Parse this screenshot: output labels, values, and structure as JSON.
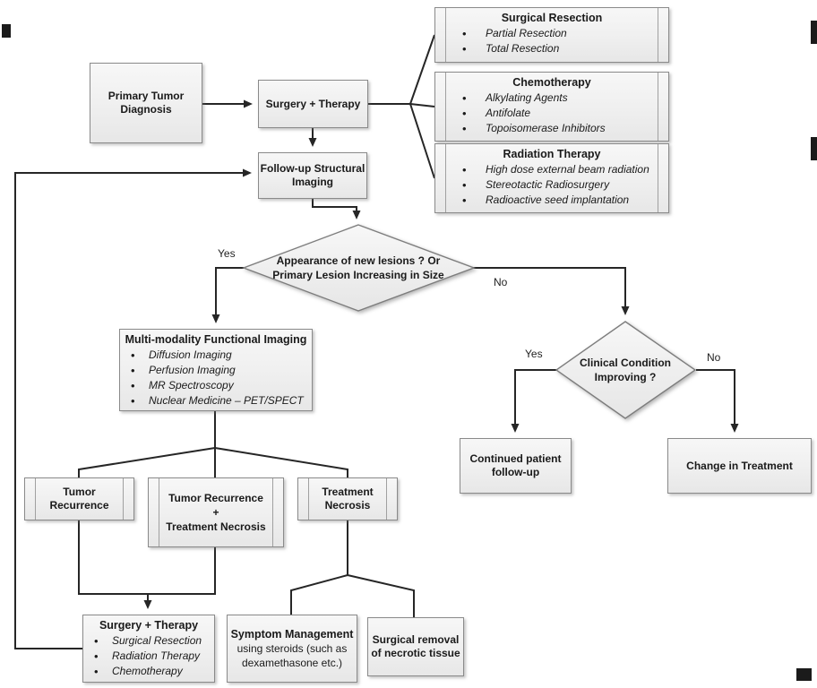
{
  "figure": {
    "background": "#ffffff",
    "line_color": "#262626",
    "box_fill_top": "#f7f7f7",
    "box_fill_bottom": "#e7e7e7",
    "box_border": "#8a8a8a"
  },
  "nodes": {
    "primary_tumor": {
      "label": "Primary Tumor\nDiagnosis"
    },
    "surgery_therapy_top": {
      "label": "Surgery + Therapy"
    },
    "followup_imaging": {
      "label": "Follow-up Structural\nImaging"
    },
    "surgical_resection": {
      "title": "Surgical Resection",
      "items": [
        "Partial Resection",
        "Total Resection"
      ]
    },
    "chemotherapy": {
      "title": "Chemotherapy",
      "items": [
        "Alkylating Agents",
        "Antifolate",
        "Topoisomerase Inhibitors"
      ]
    },
    "radiation_therapy": {
      "title": "Radiation Therapy",
      "items": [
        "High dose external beam radiation",
        "Stereotactic Radiosurgery",
        "Radioactive seed implantation"
      ]
    },
    "decision_new_lesions": {
      "label": "Appearance of new lesions ? Or\nPrimary Lesion Increasing in Size",
      "yes": "Yes",
      "no": "No"
    },
    "multimodality_imaging": {
      "title": "Multi-modality Functional Imaging",
      "items": [
        "Diffusion Imaging",
        "Perfusion Imaging",
        "MR Spectroscopy",
        "Nuclear Medicine – PET/SPECT"
      ]
    },
    "decision_clinical": {
      "label": "Clinical Condition\nImproving ?",
      "yes": "Yes",
      "no": "No"
    },
    "continued_followup": {
      "label": "Continued patient\nfollow-up"
    },
    "change_treatment": {
      "label": "Change in Treatment"
    },
    "tumor_recurrence": {
      "label": "Tumor\nRecurrence"
    },
    "tumor_recurrence_necrosis": {
      "label": "Tumor Recurrence\n+\nTreatment Necrosis"
    },
    "treatment_necrosis": {
      "label": "Treatment\nNecrosis"
    },
    "surgery_therapy_bottom": {
      "title": "Surgery + Therapy",
      "items": [
        "Surgical Resection",
        "Radiation Therapy",
        "Chemotherapy"
      ]
    },
    "symptom_management": {
      "title": "Symptom Management",
      "body": "using steroids (such as dexamethasone etc.)"
    },
    "surgical_removal": {
      "label": "Surgical removal\nof necrotic tissue"
    }
  }
}
